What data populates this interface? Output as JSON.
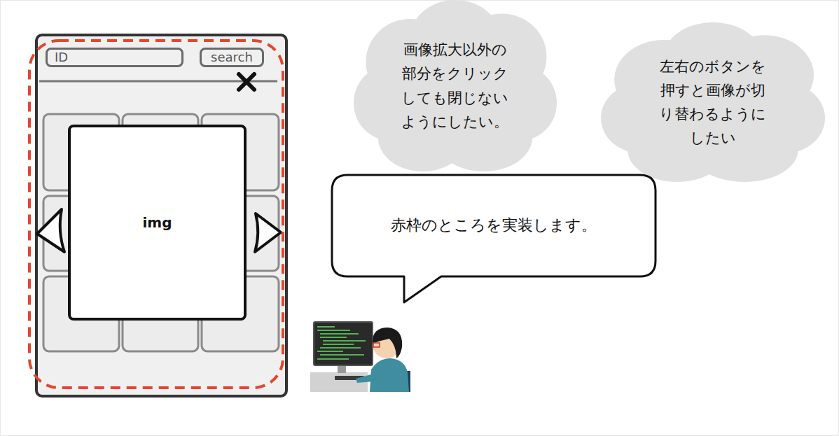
{
  "diagram": {
    "nodes": [
      {
        "text": [
          "ID"
        ]
      },
      {
        "text": [
          "search"
        ]
      },
      {
        "text": [
          "img"
        ]
      },
      {
        "text": [
          "画像拡大以外の部分をクリックしても閉じないようにしたい。"
        ]
      },
      {
        "text": [
          "左右のボタンを押すと画像が切り替わるようにしたい"
        ]
      },
      {
        "text": [
          "赤枠のところを実装します。"
        ]
      }
    ]
  }
}
